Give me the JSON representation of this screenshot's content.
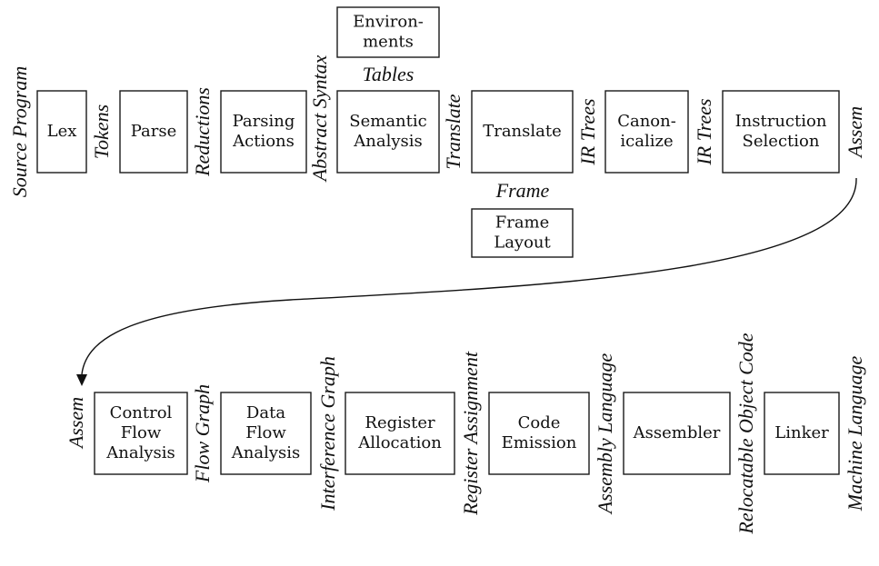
{
  "boxes": {
    "lex": [
      "Lex"
    ],
    "parse": [
      "Parse"
    ],
    "parsing_actions": [
      "Parsing",
      "Actions"
    ],
    "semantic_analysis": [
      "Semantic",
      "Analysis"
    ],
    "environments": [
      "Environ-",
      "ments"
    ],
    "translate": [
      "Translate"
    ],
    "frame_layout": [
      "Frame",
      "Layout"
    ],
    "canonicalize": [
      "Canon-",
      "icalize"
    ],
    "instruction_selection": [
      "Instruction",
      "Selection"
    ],
    "control_flow_analysis": [
      "Control",
      "Flow",
      "Analysis"
    ],
    "data_flow_analysis": [
      "Data",
      "Flow",
      "Analysis"
    ],
    "register_allocation": [
      "Register",
      "Allocation"
    ],
    "code_emission": [
      "Code",
      "Emission"
    ],
    "assembler": [
      "Assembler"
    ],
    "linker": [
      "Linker"
    ]
  },
  "labels": {
    "source_program": "Source Program",
    "tokens": "Tokens",
    "reductions": "Reductions",
    "abstract_syntax": "Abstract Syntax",
    "tables": "Tables",
    "translate": "Translate",
    "frame": "Frame",
    "ir_trees_1": "IR Trees",
    "ir_trees_2": "IR Trees",
    "assem_top": "Assem",
    "assem_bottom": "Assem",
    "flow_graph": "Flow Graph",
    "interference_graph": "Interference Graph",
    "register_assignment": "Register Assignment",
    "assembly_language": "Assembly Language",
    "relocatable_object_code": "Relocatable Object Code",
    "machine_language": "Machine Language"
  }
}
